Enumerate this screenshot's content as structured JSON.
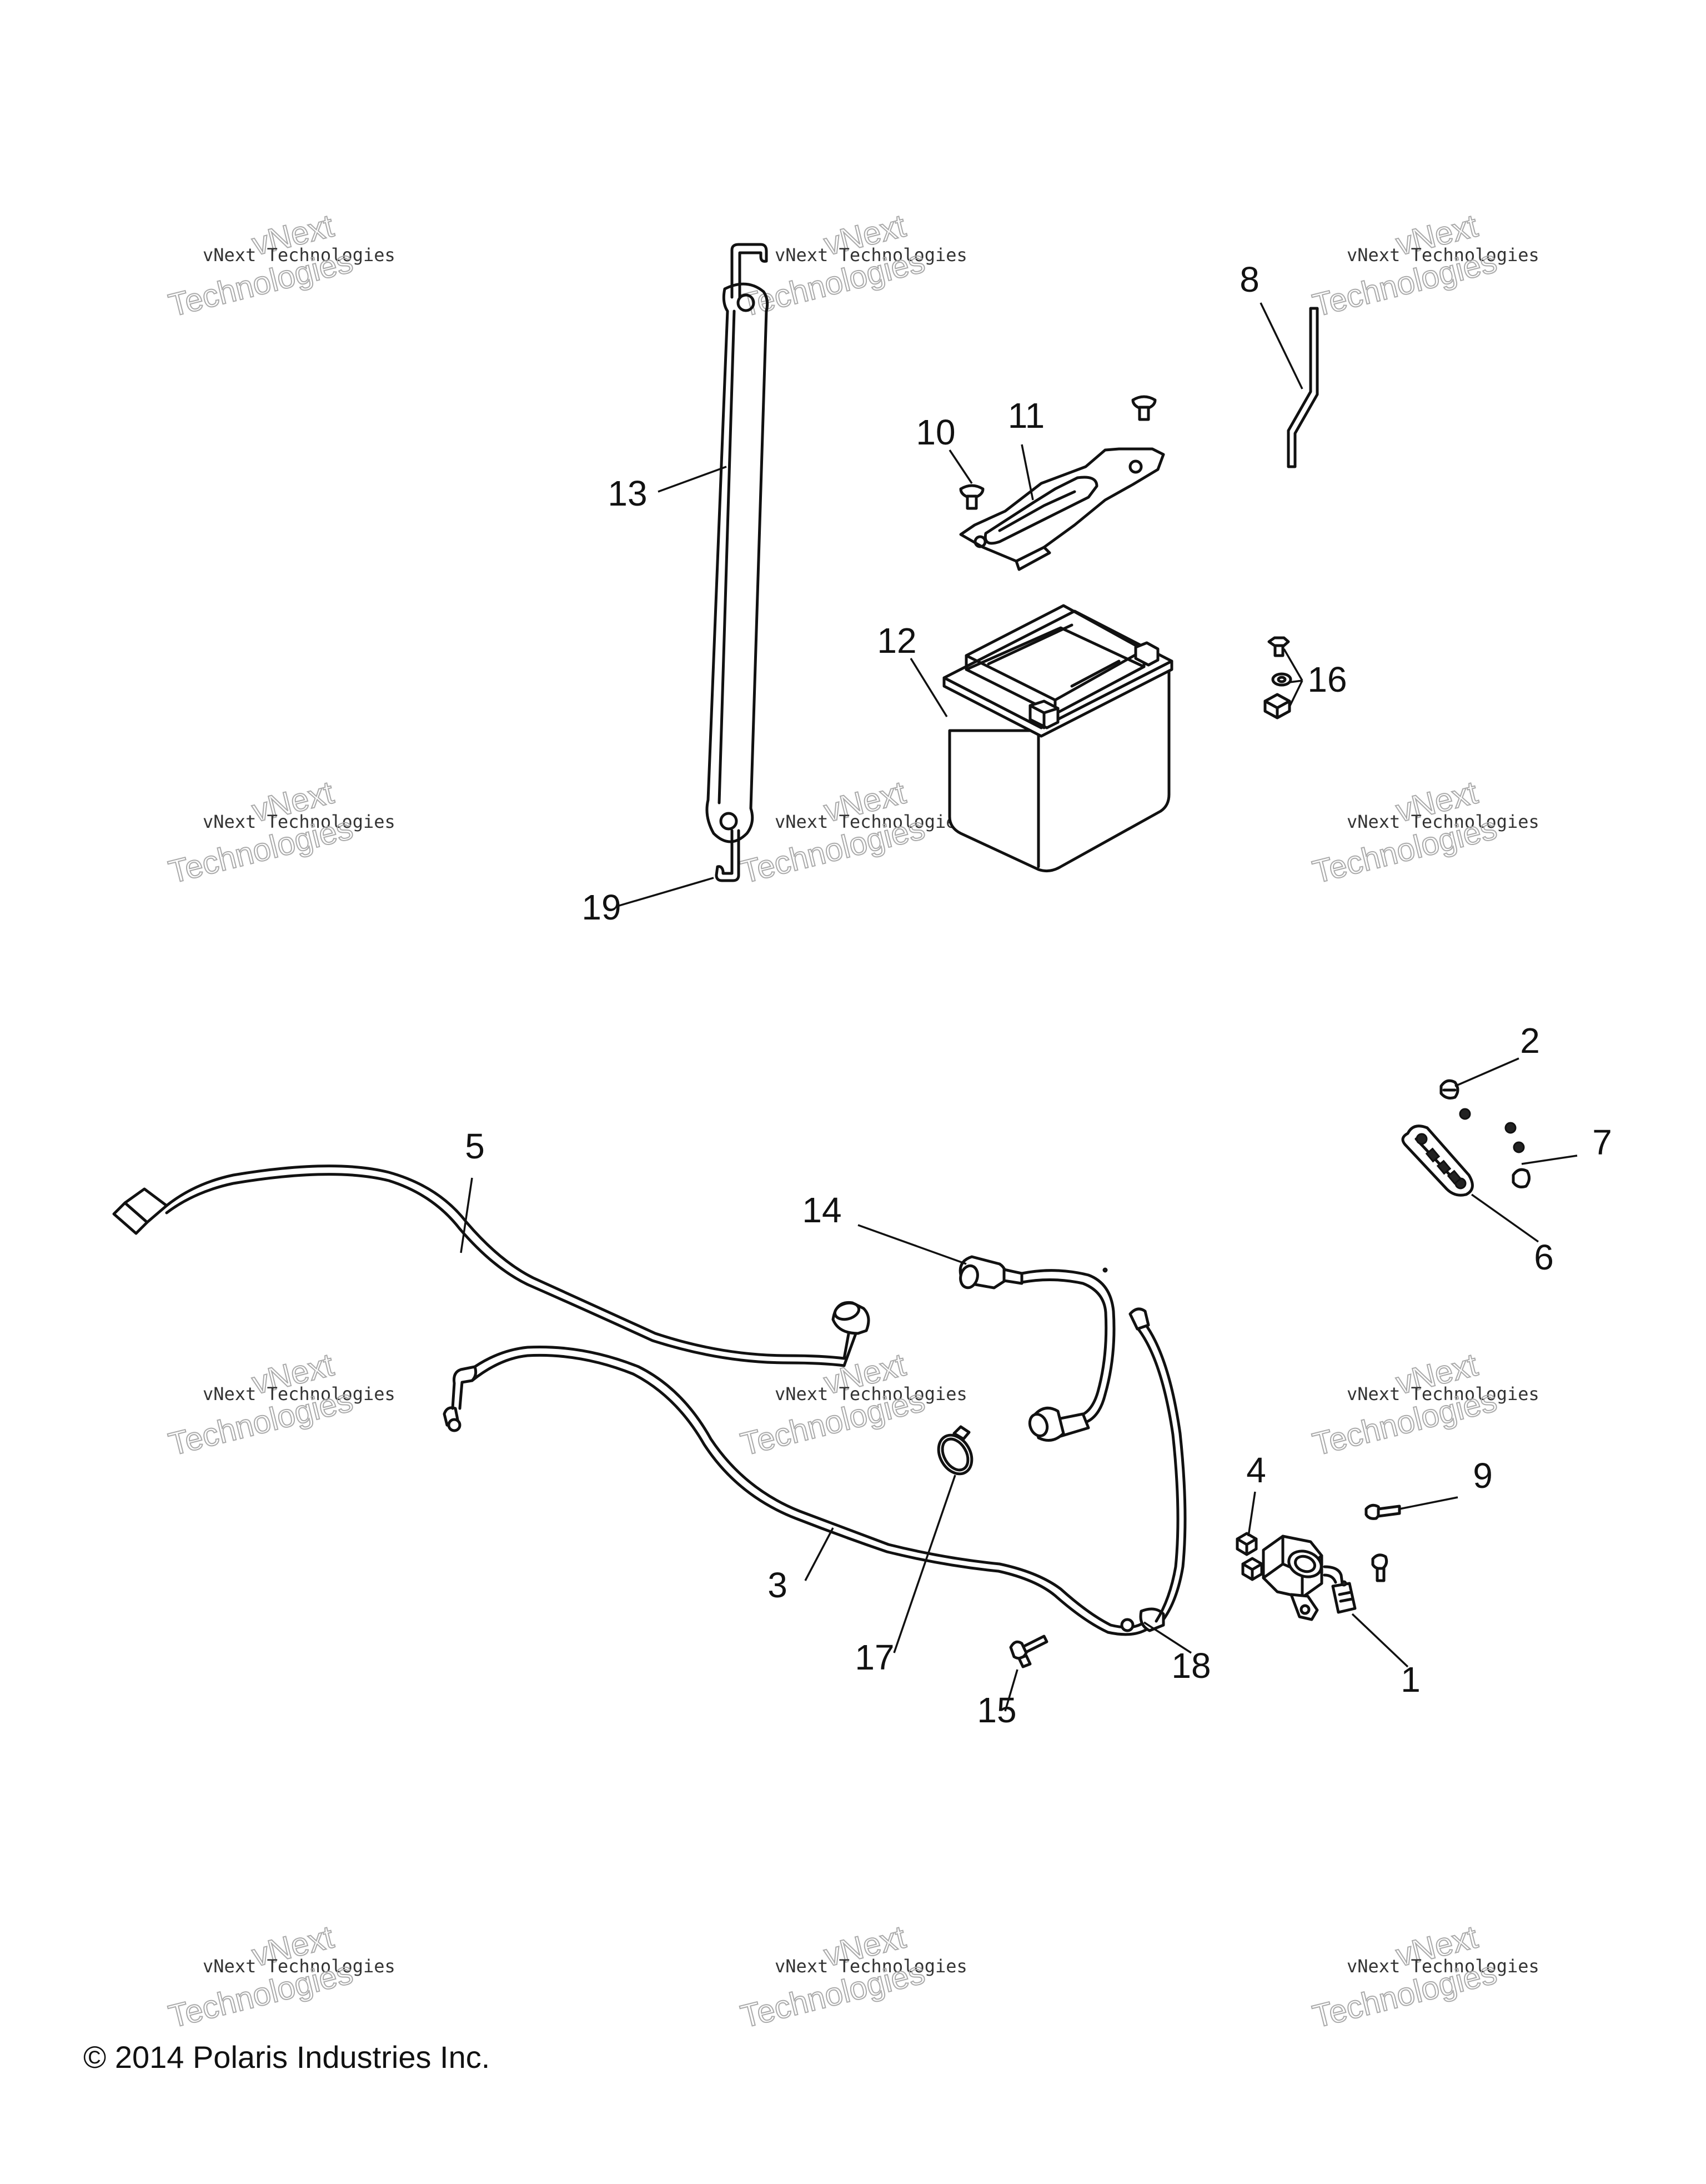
{
  "watermark": {
    "vnext": "vNext",
    "company": "vNext Technologies",
    "tech": "Technologies"
  },
  "callouts": {
    "c1": "1",
    "c2": "2",
    "c3": "3",
    "c4": "4",
    "c5": "5",
    "c6": "6",
    "c7": "7",
    "c8": "8",
    "c9": "9",
    "c10": "10",
    "c11": "11",
    "c12": "12",
    "c13": "13",
    "c14": "14",
    "c15": "15",
    "c16": "16",
    "c17": "17",
    "c18": "18",
    "c19": "19"
  },
  "copyright": "© 2014 Polaris Industries Inc."
}
